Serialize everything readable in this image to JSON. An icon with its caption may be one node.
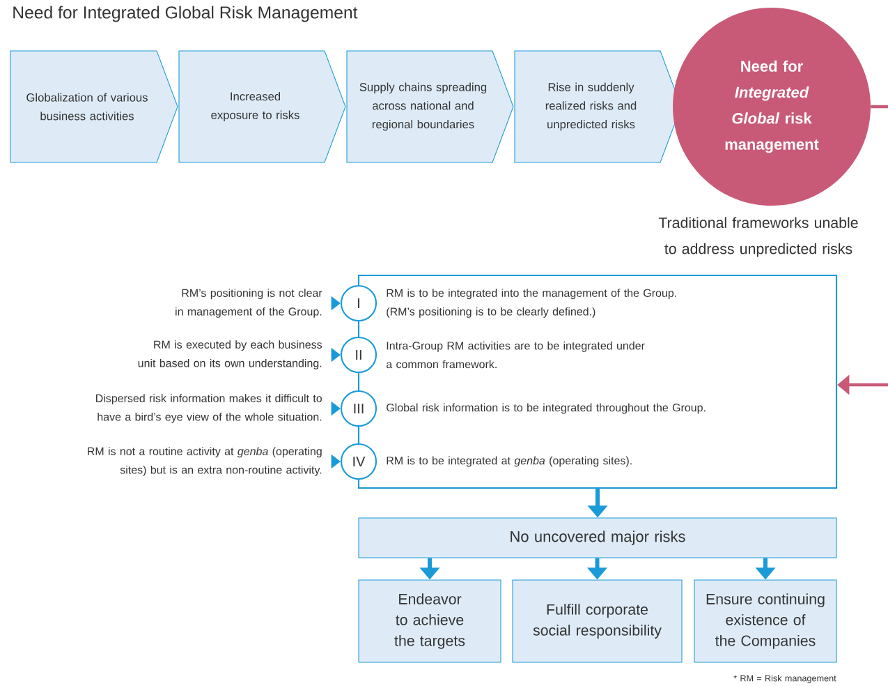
{
  "diagram": {
    "title": "Need for Integrated Global Risk Management",
    "nodes": [
      {
        "text": [
          "Globalization of various business activities"
        ]
      },
      {
        "text": [
          "Increased exposure to risks"
        ]
      },
      {
        "text": [
          "Supply chains spreading across national and regional boundaries"
        ]
      },
      {
        "text": [
          "Rise in suddenly realized risks and unpredicted risks"
        ]
      },
      {
        "text": [
          "Need for *Integrated* *Global* risk management"
        ],
        "beside": [
          "Traditional frameworks unable to address unpredicted risks"
        ]
      },
      {
        "text": [],
        "shape": "box"
      },
      {
        "text": [
          "I"
        ],
        "in": 5,
        "beside": [
          "RM is to be integrated into the management of the Group. (RM’s positioning is to be clearly defined.)"
        ]
      },
      {
        "text": [
          "II"
        ],
        "in": 5,
        "beside": [
          "Intra-Group RM activities are to be integrated under a common framework."
        ]
      },
      {
        "text": [
          "III"
        ],
        "in": 5,
        "beside": [
          "Global risk information is to be integrated throughout the Group."
        ]
      },
      {
        "text": [
          "IV"
        ],
        "in": 5,
        "beside": [
          "RM is to be integrated at *genba* (operating sites)."
        ]
      },
      {
        "text": [
          "RM’s positioning is not clear in management of the Group."
        ]
      },
      {
        "text": [
          "RM is executed by each business unit based on its own understanding."
        ]
      },
      {
        "text": [
          "Dispersed risk information makes it difficult to have a bird’s eye view of the whole situation."
        ]
      },
      {
        "text": [
          "RM is not a routine activity at *genba* (operating sites) but is an extra non-routine activity."
        ]
      },
      {
        "text": [
          "No uncovered major risks"
        ]
      },
      {
        "text": [
          "Endeavor to achieve the targets"
        ]
      },
      {
        "text": [
          "Fulfill corporate social responsibility"
        ]
      },
      {
        "text": [
          "Ensure continuing existence of the Companies"
        ]
      }
    ],
    "edges": [
      {
        "from": 4,
        "to": 5,
        "arrow": "to",
        "color": "#c85a78"
      },
      {
        "from": 10,
        "to": 6,
        "arrow": "to"
      },
      {
        "from": 11,
        "to": 7,
        "arrow": "to"
      },
      {
        "from": 12,
        "to": 8,
        "arrow": "to"
      },
      {
        "from": 13,
        "to": 9,
        "arrow": "to"
      },
      {
        "from": 5,
        "to": 14,
        "arrow": "to"
      },
      {
        "from": 14,
        "to": 15,
        "arrow": "to"
      },
      {
        "from": 14,
        "to": 16,
        "arrow": "to"
      },
      {
        "from": 14,
        "to": 17,
        "arrow": "to"
      }
    ],
    "labels": [
      "* RM = Risk management"
    ]
  }
}
